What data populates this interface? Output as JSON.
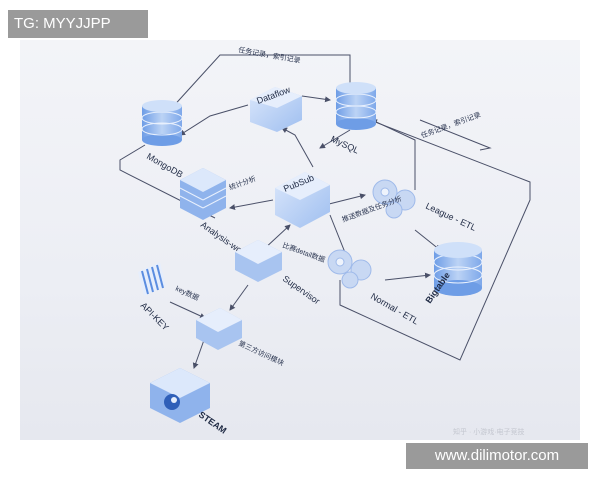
{
  "overlay": {
    "tag": "TG: MYYJJPP",
    "url": "www.dilimotor.com",
    "watermark": "知乎 · 小游戏·电子竞技"
  },
  "nodes": {
    "mongodb": "MongoDB",
    "dataflow": "Dataflow",
    "mysql": "MySQL",
    "analysis_worker": "Analysis-worker",
    "pubsub": "PubSub",
    "league_etl": "League - ETL",
    "normal_etl": "Normal - ETL",
    "bigtable": "Bigtable",
    "supervisor": "Supervisor",
    "api_key": "API-KEY",
    "steam": "STEAM"
  },
  "edge_labels": {
    "top": "任务记录，索引记录",
    "right": "任务记录，索引记录",
    "stats": "统计分析",
    "message": "推送数据及任务分析",
    "detail": "比赛detail数据",
    "key": "key数据",
    "third": "第三方访问模块"
  },
  "colors": {
    "accent": "#5b8de0",
    "light": "#bcd3f5",
    "line": "#4a5068"
  }
}
